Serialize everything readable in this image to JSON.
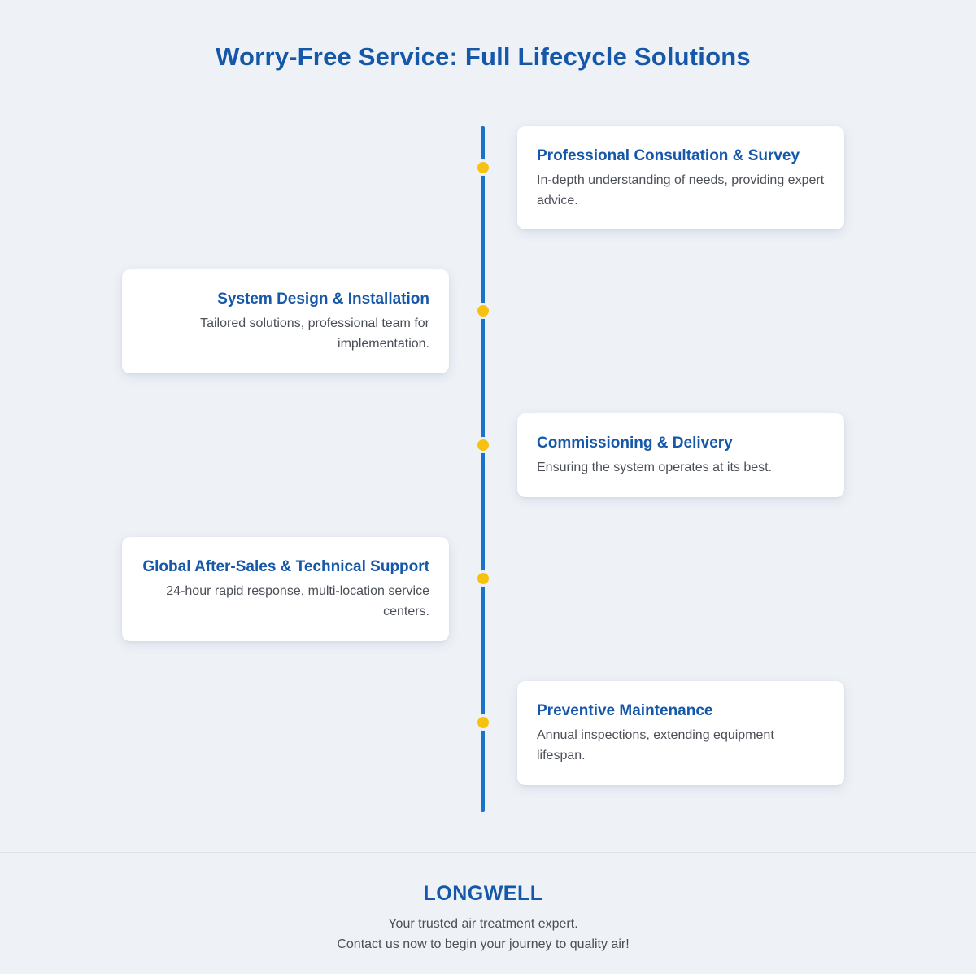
{
  "page": {
    "title": "Worry-Free Service: Full Lifecycle Solutions"
  },
  "timeline": {
    "steps": [
      {
        "title": "Professional Consultation & Survey",
        "text": "In-depth understanding of needs, providing expert advice."
      },
      {
        "title": "System Design & Installation",
        "text": "Tailored solutions, professional team for implementation."
      },
      {
        "title": "Commissioning & Delivery",
        "text": "Ensuring the system operates at its best."
      },
      {
        "title": "Global After-Sales & Technical Support",
        "text": "24-hour rapid response, multi-location service centers."
      },
      {
        "title": "Preventive Maintenance",
        "text": "Annual inspections, extending equipment lifespan."
      }
    ]
  },
  "footer": {
    "brand": "LONGWELL",
    "tagline": "Your trusted air treatment expert.",
    "cta": "Contact us now to begin your journey to quality air!"
  },
  "colors": {
    "accent": "#1557a8",
    "timeline_line": "#1a73c9",
    "timeline_dot": "#f7c20f",
    "background": "#eef2f7"
  }
}
